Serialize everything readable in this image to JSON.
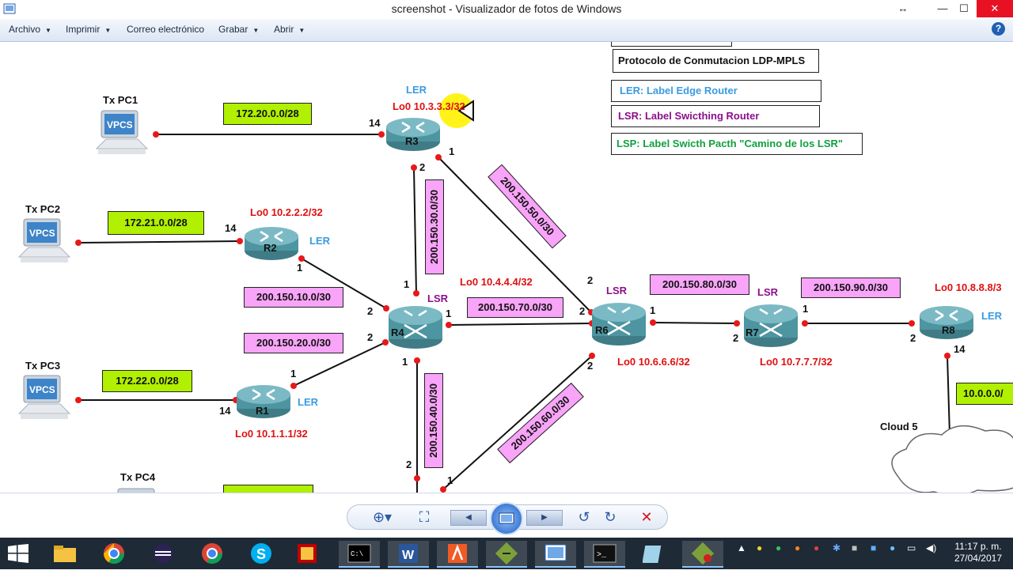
{
  "window": {
    "title": "screenshot - Visualizador de fotos de Windows",
    "controls": {
      "restore": "↔",
      "minimize": "—",
      "maximize": "☐",
      "close": "✕"
    }
  },
  "menu": {
    "items": [
      {
        "label": "Archivo"
      },
      {
        "label": "Imprimir"
      },
      {
        "label": "Correo electrónico"
      },
      {
        "label": "Grabar"
      },
      {
        "label": "Abrir"
      }
    ],
    "help": "?"
  },
  "diagram": {
    "legend": {
      "title": "Protocolo de Conmutacion LDP-MPLS",
      "ler": "LER: Label Edge Router",
      "lsr": "LSR: Label Swicthing Router",
      "lsp": "LSP: Label Swicth Pacth \"Camino de los LSR\""
    },
    "pcs": [
      {
        "name": "Tx PC1",
        "icon": "VPCS"
      },
      {
        "name": "Tx PC2",
        "icon": "VPCS"
      },
      {
        "name": "Tx PC3",
        "icon": "VPCS"
      },
      {
        "name": "Tx PC4",
        "icon": "VPCS"
      }
    ],
    "routers": [
      {
        "name": "R3",
        "role": "LER",
        "loopback": "Lo0 10.3.3.3/32"
      },
      {
        "name": "R2",
        "role": "LER",
        "loopback": "Lo0 10.2.2.2/32"
      },
      {
        "name": "R4",
        "role": "LSR",
        "loopback": "Lo0 10.4.4.4/32"
      },
      {
        "name": "R1",
        "role": "LER",
        "loopback": "Lo0 10.1.1.1/32"
      },
      {
        "name": "R6",
        "role": "LSR",
        "loopback": "Lo0 10.6.6.6/32"
      },
      {
        "name": "R7",
        "role": "LSR",
        "loopback": "Lo0 10.7.7.7/32"
      },
      {
        "name": "R8",
        "role": "LER",
        "loopback": "Lo0 10.8.8.8/3"
      }
    ],
    "networks": [
      "172.20.0.0/28",
      "172.21.0.0/28",
      "172.22.0.0/28",
      "10.0.0.0/"
    ],
    "links": [
      "200.150.30.0/30",
      "200.150.50.0/30",
      "200.150.10.0/30",
      "200.150.20.0/30",
      "200.150.70.0/30",
      "200.150.80.0/30",
      "200.150.90.0/30",
      "200.150.40.0/30",
      "200.150.60.0/30"
    ],
    "cloud": "Cloud 5",
    "ports": {
      "p14": "14",
      "p1": "1",
      "p2": "2"
    }
  },
  "viewer_toolbar": {
    "zoom": "⊕▾",
    "fit": "⛶",
    "prev": "◀",
    "next": "▶",
    "rotate_ccw": "↺",
    "rotate_cw": "↻",
    "delete": "✕"
  },
  "taskbar": {
    "apps": [
      "explorer",
      "chrome",
      "eclipse",
      "chrome-2",
      "skype",
      "filezilla",
      "cmd",
      "word",
      "acrobat",
      "gns3",
      "photo-viewer",
      "terminal",
      "notepad",
      "vm"
    ],
    "clock_time": "11:17 p. m.",
    "clock_date": "27/04/2017"
  },
  "colors": {
    "net_green": "#b0f000",
    "link_pink": "#f8a4f8",
    "loopback_red": "#e01010",
    "ler_blue": "#3a9be0",
    "lsr_purple": "#8b0f8b",
    "lsp_green": "#10a040"
  }
}
